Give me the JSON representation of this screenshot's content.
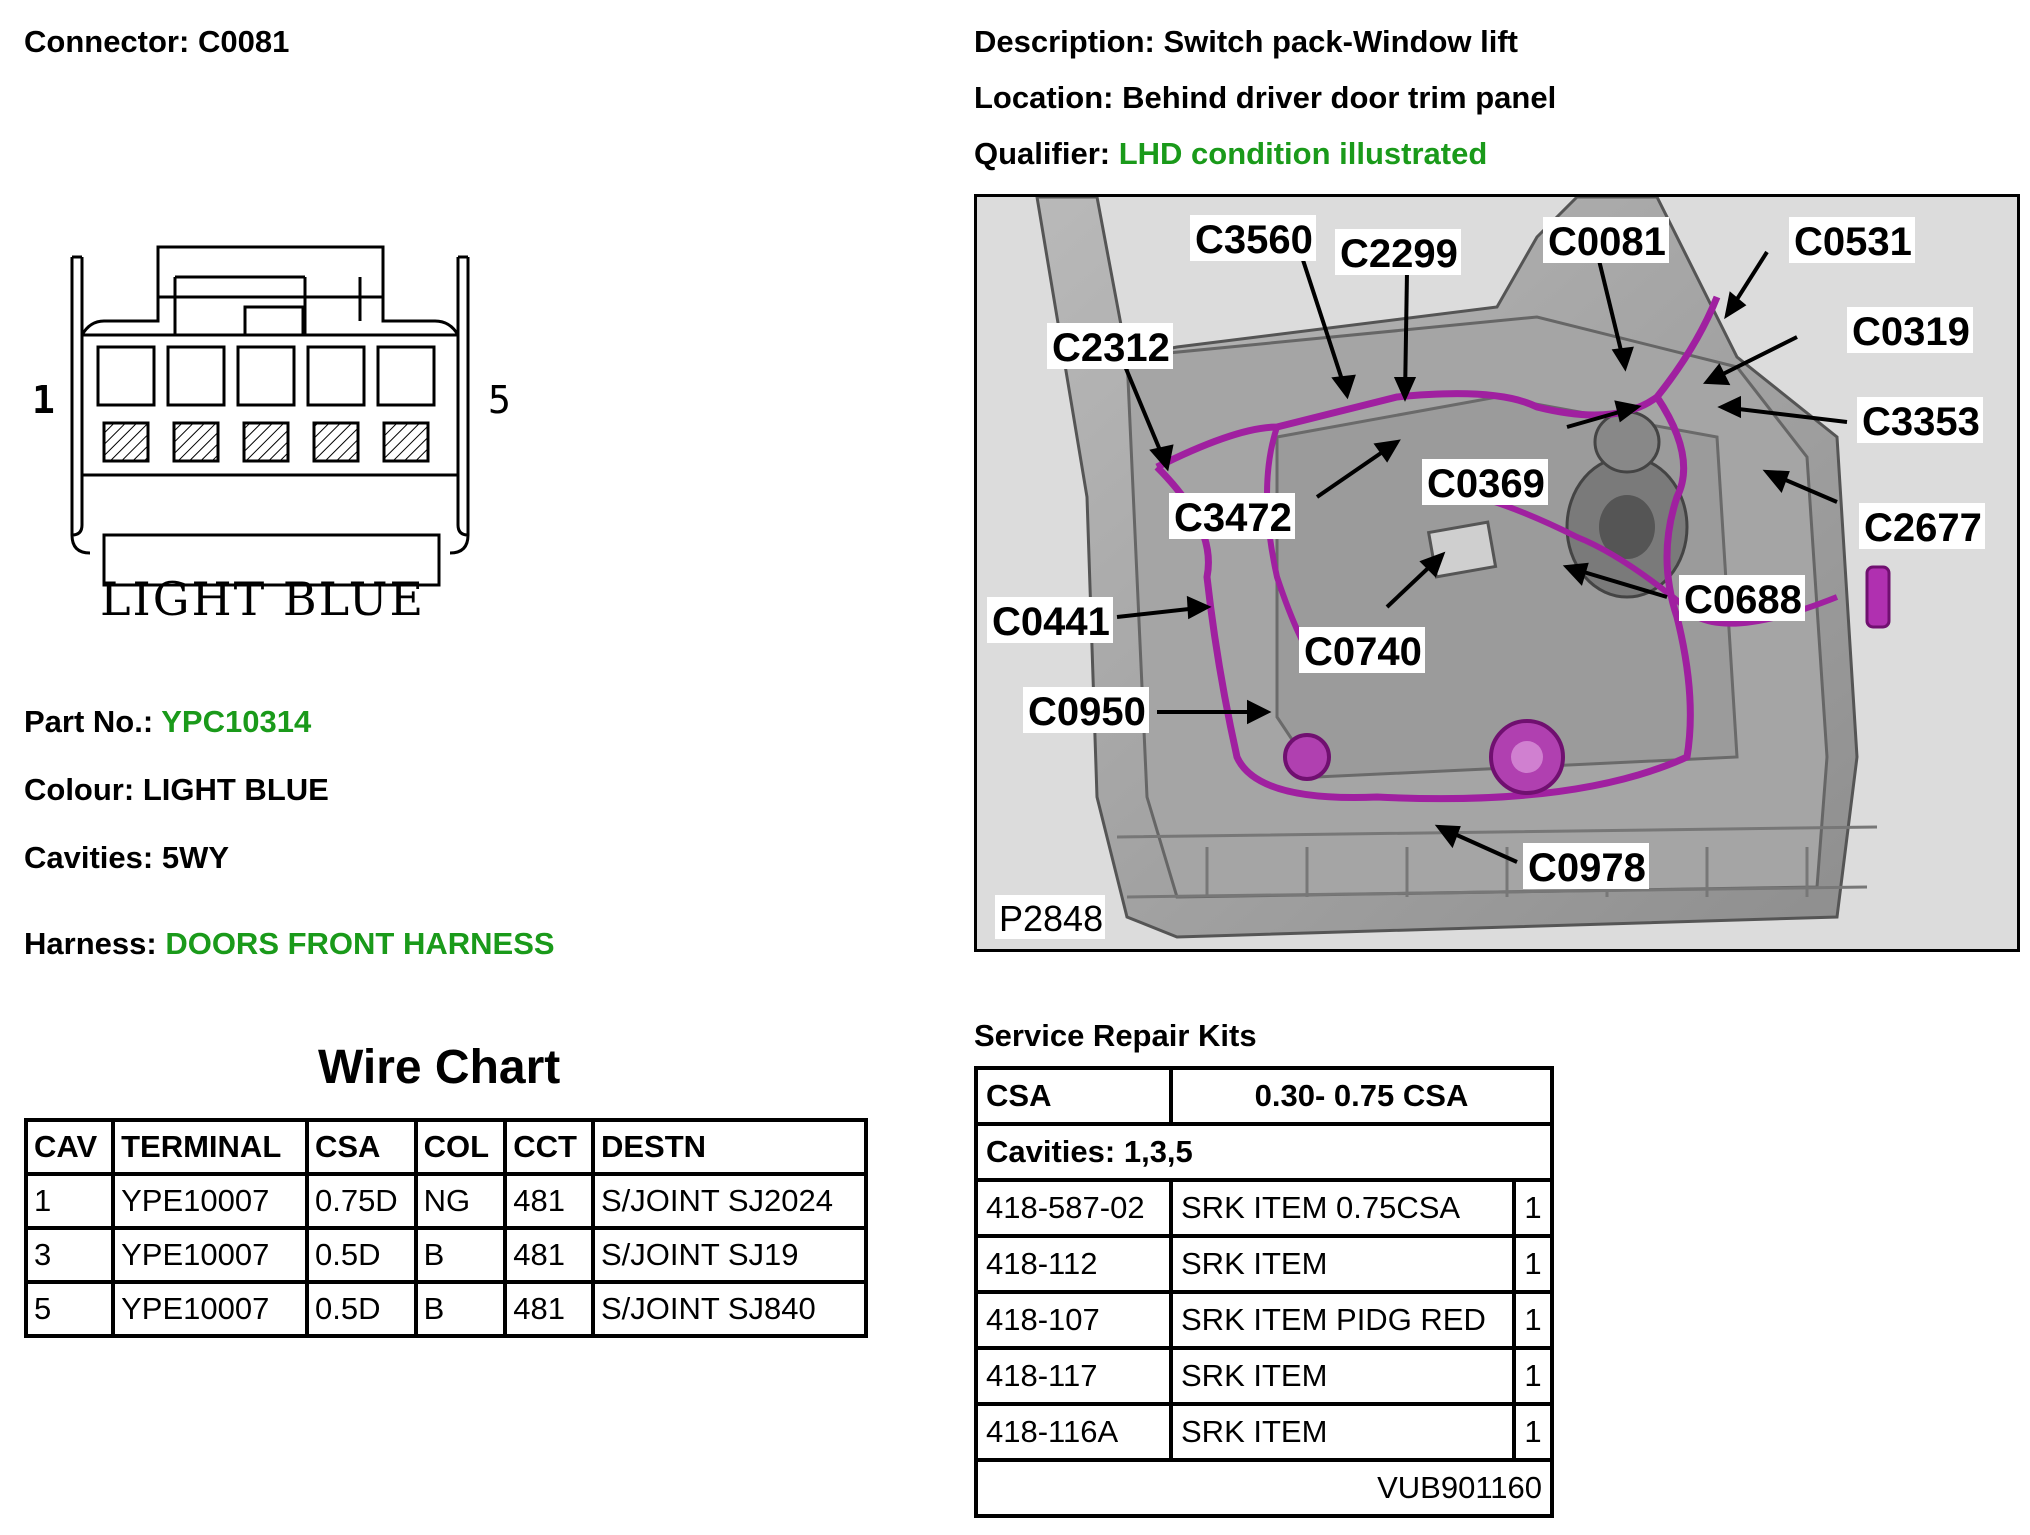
{
  "connector": {
    "label": "Connector:",
    "value": "C0081"
  },
  "description": {
    "label": "Description:",
    "value": "Switch pack-Window lift"
  },
  "location": {
    "label": "Location:",
    "value": "Behind driver door trim panel"
  },
  "qualifier": {
    "label": "Qualifier:",
    "value": "LHD condition illustrated"
  },
  "diagram": {
    "pin_left": "1",
    "pin_right": "5",
    "colour_caption": "LIGHT BLUE",
    "photo_ref": "P2848",
    "callouts": [
      "C3560",
      "C2299",
      "C0081",
      "C0531",
      "C2312",
      "C0319",
      "C3353",
      "C0369",
      "C3472",
      "C2677",
      "C0688",
      "C0441",
      "C0740",
      "C0950",
      "C0978"
    ]
  },
  "part": {
    "label": "Part No.:",
    "value": "YPC10314"
  },
  "colour": {
    "label": "Colour:",
    "value": "LIGHT BLUE"
  },
  "cavities": {
    "label": "Cavities:",
    "value": "5WY"
  },
  "harness": {
    "label": "Harness:",
    "value": "DOORS FRONT HARNESS"
  },
  "wire_chart": {
    "title": "Wire Chart",
    "headers": [
      "CAV",
      "TERMINAL",
      "CSA",
      "COL",
      "CCT",
      "DESTN"
    ],
    "rows": [
      [
        "1",
        "YPE10007",
        "0.75D",
        "NG",
        "481",
        "S/JOINT SJ2024"
      ],
      [
        "3",
        "YPE10007",
        "0.5D",
        "B",
        "481",
        "S/JOINT SJ19"
      ],
      [
        "5",
        "YPE10007",
        "0.5D",
        "B",
        "481",
        "S/JOINT SJ840"
      ]
    ]
  },
  "srk": {
    "title": "Service Repair Kits",
    "csa_label": "CSA",
    "csa_value": "0.30- 0.75 CSA",
    "cavities_line": "Cavities: 1,3,5",
    "rows": [
      [
        "418-587-02",
        "SRK ITEM 0.75CSA",
        "1"
      ],
      [
        "418-112",
        "SRK ITEM",
        "1"
      ],
      [
        "418-107",
        "SRK ITEM PIDG RED",
        "1"
      ],
      [
        "418-117",
        "SRK ITEM",
        "1"
      ],
      [
        "418-116A",
        "SRK ITEM",
        "1"
      ]
    ],
    "footer": "VUB901160"
  },
  "colors": {
    "green": "#1a9a1a",
    "harness": "#a020a0"
  }
}
